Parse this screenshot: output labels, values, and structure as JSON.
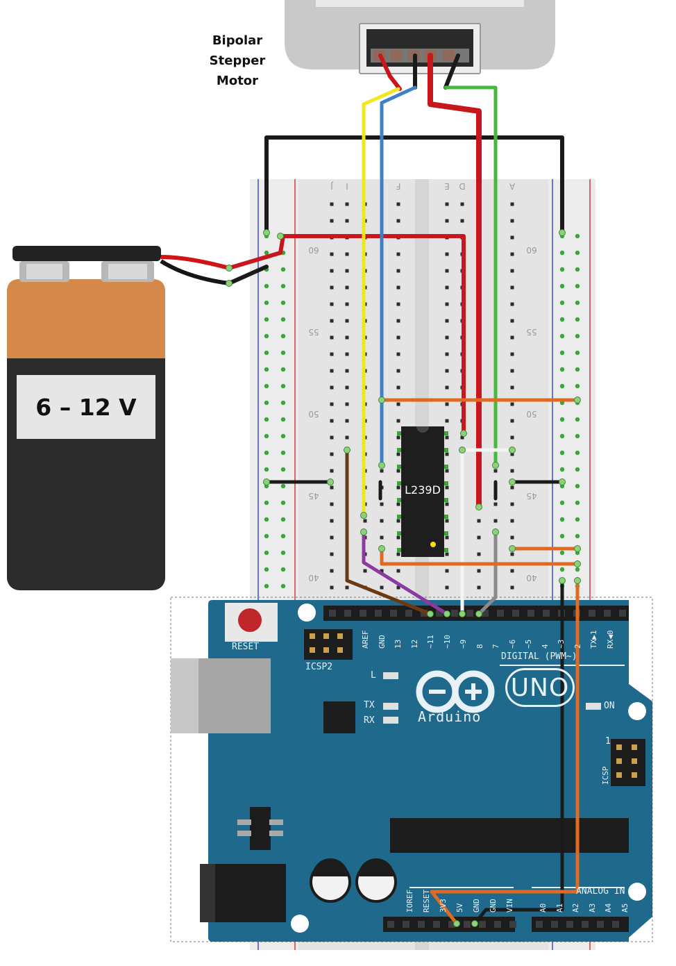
{
  "motor": {
    "label_lines": [
      "Bipolar",
      "Stepper",
      "Motor"
    ]
  },
  "battery": {
    "voltage": "6 – 12 V"
  },
  "chip": {
    "label": "L239D"
  },
  "breadboard": {
    "column_letters": [
      "J",
      "I",
      "F",
      "E",
      "D",
      "A"
    ],
    "row_numbers": [
      "60",
      "55",
      "50",
      "45",
      "40"
    ]
  },
  "arduino": {
    "reset": "RESET",
    "icsp2": "ICSP2",
    "icsp": "ICSP",
    "led_l": "L",
    "tx": "TX",
    "rx": "RX",
    "on": "ON",
    "uno": "UNO",
    "brand": "Arduino",
    "digital": "DIGITAL (PWM~)",
    "analog": "ANALOG IN",
    "icsp_pin": "1",
    "digital_pins": [
      "AREF",
      "GND",
      "13",
      "12",
      "~11",
      "~10",
      "~9",
      "8",
      "7",
      "~6",
      "~5",
      "4",
      "~3",
      "2",
      "TX▶1",
      "RX◀0"
    ],
    "power_pins": [
      "IOREF",
      "RESET",
      "3V3",
      "5V",
      "GND",
      "GND",
      "VIN"
    ],
    "analog_pins": [
      "A0",
      "A1",
      "A2",
      "A3",
      "A4",
      "A5"
    ]
  },
  "colors": {
    "board_blue": "#1f6a8c",
    "breadboard": "#e6e6e6",
    "wire_red": "#c8171c",
    "wire_black": "#1a1a1a",
    "wire_yellow": "#f2e61c",
    "wire_blue": "#3f80c8",
    "wire_green": "#46b93d",
    "wire_orange": "#e06a22",
    "wire_brown": "#6b3a12",
    "wire_purple": "#8a3aa0",
    "wire_white": "#f4f4f4",
    "wire_gray": "#8a8a8a",
    "battery_copper": "#d4884a",
    "battery_body": "#2b2b2b"
  }
}
